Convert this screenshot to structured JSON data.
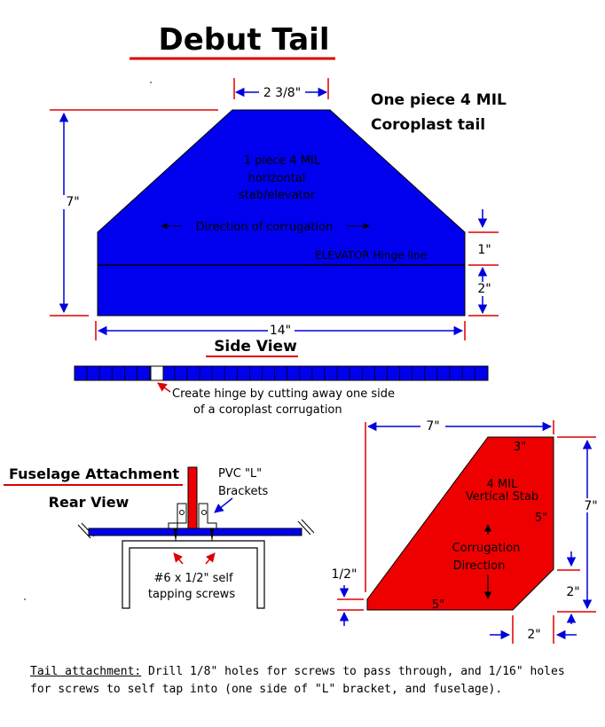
{
  "title": "Debut Tail",
  "colors": {
    "stab": "#0000ee",
    "fin": "#ee0000",
    "dim": "#0000dd",
    "accent": "#dd0000",
    "ink": "#000000"
  },
  "top_view": {
    "note_line1": "One piece 4 MIL",
    "note_line2": "Coroplast tail",
    "dim_top": "2 3/8\"",
    "dim_height": "7\"",
    "dim_width": "14\"",
    "dim_elevator_top": "1\"",
    "dim_elevator_bottom": "2\"",
    "label_line1": "1 piece 4 MIL",
    "label_line2": "horizontal",
    "label_line3": "stab/elevator",
    "corrugation": "Direction of corrugation",
    "hinge_line": "ELEVATOR Hinge line"
  },
  "side_view": {
    "label": "Side View",
    "hinge_note_line1": "Create hinge by cutting away one side",
    "hinge_note_line2": "of a coroplast corrugation"
  },
  "rear_view": {
    "title_line1": "Fuselage Attachment",
    "title_line2": "Rear View",
    "bracket_line1": "PVC \"L\"",
    "bracket_line2": "Brackets",
    "screws_line1": "#6 x 1/2\" self",
    "screws_line2": "tapping screws"
  },
  "vertical_stab": {
    "dim_width": "7\"",
    "dim_height": "7\"",
    "dim_top": "3\"",
    "dim_side": "5\"",
    "dim_bottom": "5\"",
    "dim_left": "1/2\"",
    "dim_notch_height": "2\"",
    "dim_notch_width": "2\"",
    "label_line1": "4 MIL",
    "label_line2": "Vertical Stab",
    "corrugation_line1": "Corrugation",
    "corrugation_line2": "Direction"
  },
  "footer": {
    "lead": "Tail attachment:",
    "text": " Drill 1/8\" holes for screws to pass through, and 1/16\" holes for screws to self tap into (one side of \"L\" bracket, and fuselage)."
  }
}
